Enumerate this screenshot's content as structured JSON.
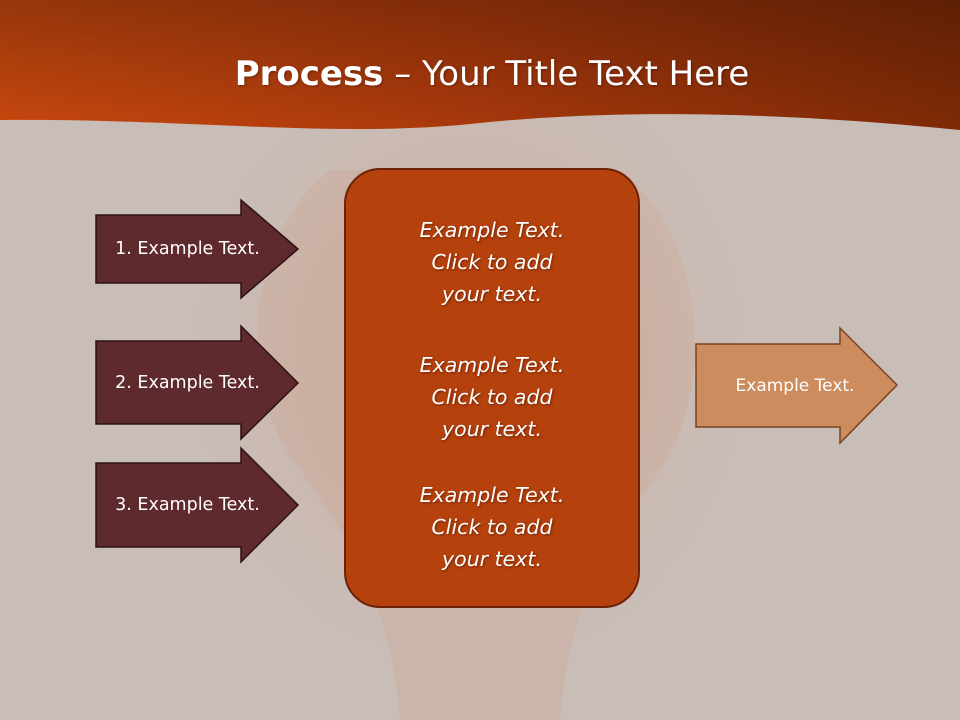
{
  "slide": {
    "title_bold": "Process",
    "title_rest": " – Your Title Text Here"
  },
  "inputs": [
    {
      "label": "1. Example Text."
    },
    {
      "label": "2. Example Text."
    },
    {
      "label": "3. Example Text."
    }
  ],
  "center": {
    "paragraphs": [
      {
        "line1": "Example Text.",
        "line2": "Click  to add",
        "line3": "your text."
      },
      {
        "line1": "Example Text.",
        "line2": "Click  to add",
        "line3": "your text."
      },
      {
        "line1": "Example Text.",
        "line2": "Click  to add",
        "line3": "your text."
      }
    ]
  },
  "output": {
    "label": "Example Text."
  },
  "colors": {
    "header": "#b8400f",
    "input_arrow": "#5e2a2e",
    "center_box": "#b5410c",
    "output_arrow": "#cc8c5e",
    "background": "#c9bdb7"
  }
}
